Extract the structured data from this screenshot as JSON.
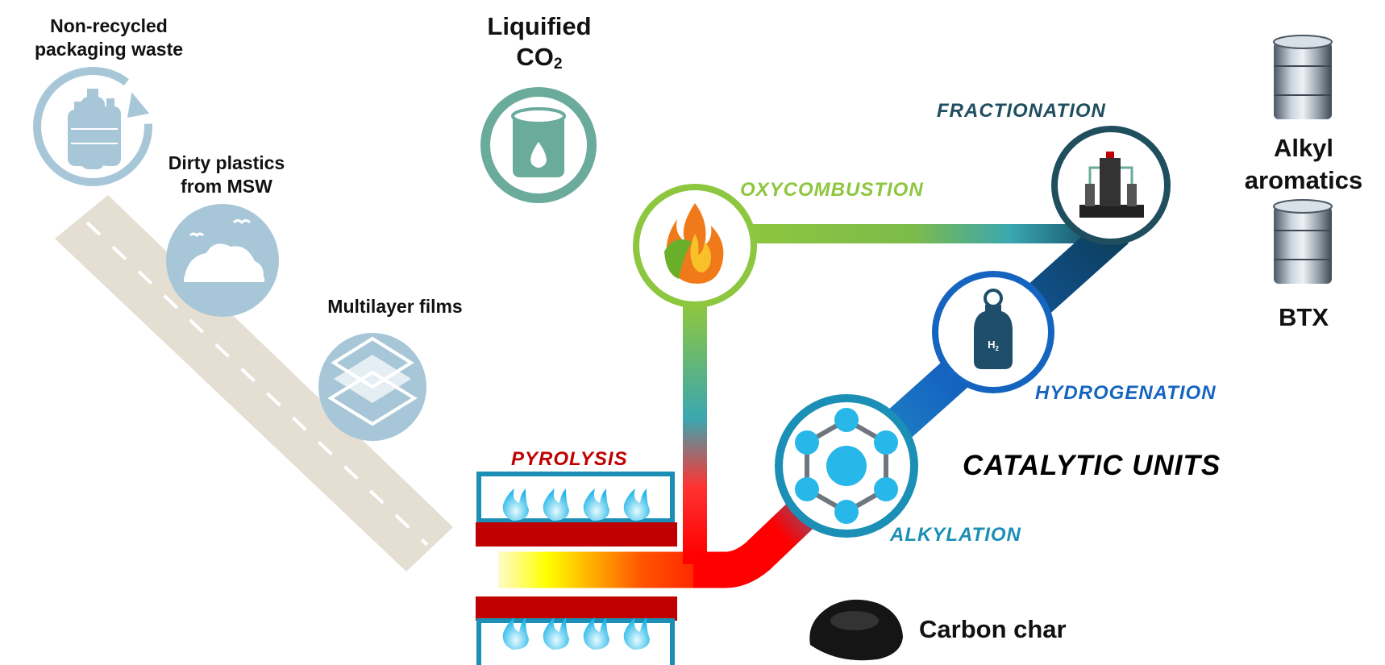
{
  "feedstocks": {
    "non_recycled": "Non-recycled packaging waste",
    "dirty_plastics": "Dirty plastics from MSW",
    "multilayer": "Multilayer films"
  },
  "co2": {
    "line1": "Liquified",
    "line2": "CO",
    "sub": "2"
  },
  "processes": {
    "pyrolysis": "PYROLYSIS",
    "oxycombustion": "OXYCOMBUSTION",
    "fractionation": "FRACTIONATION",
    "hydrogenation": "HYDROGENATION",
    "alkylation": "ALKYLATION",
    "catalytic_units": "CATALYTIC UNITS"
  },
  "products": {
    "alkyl_line1": "Alkyl",
    "alkyl_line2": "aromatics",
    "btx": "BTX",
    "carbon_char": "Carbon char"
  },
  "h2_label": "H",
  "h2_sub": "2",
  "colors": {
    "pyrolysis": "#c00000",
    "oxycombustion": "#8dc63f",
    "fractionation": "#1f4e5f",
    "hydrogenation": "#1565c0",
    "alkylation": "#1b8fb5",
    "co2": "#6aab9c",
    "feedstock_icons": "#a7c7d8",
    "conveyor": "#e5ded3"
  }
}
